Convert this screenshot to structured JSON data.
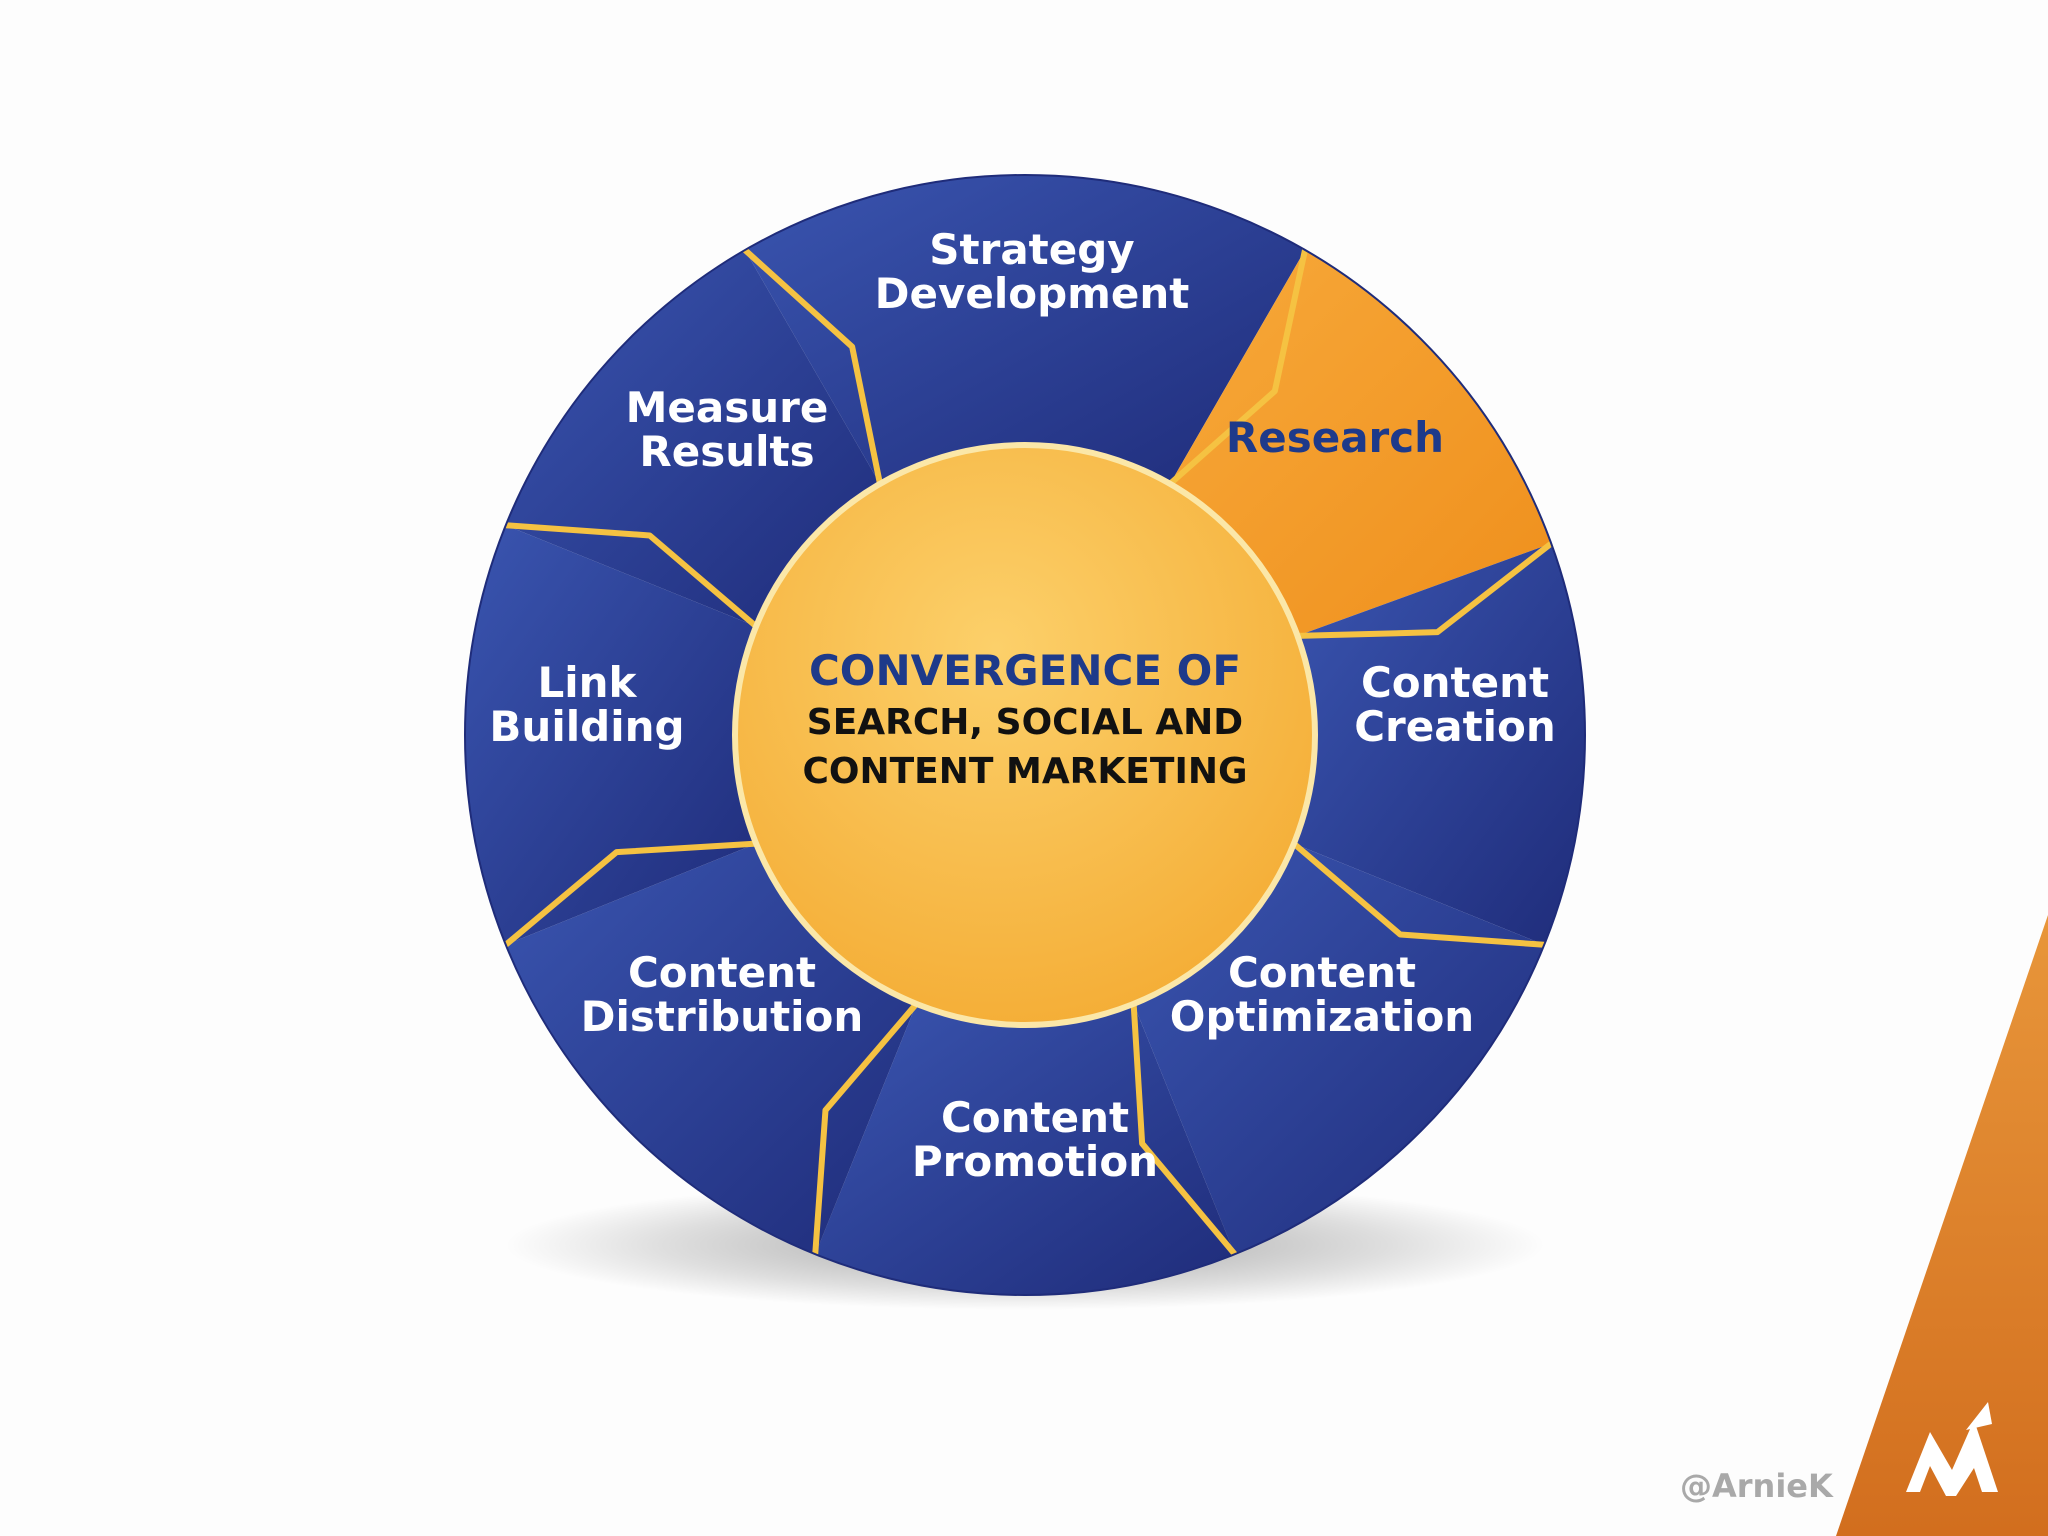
{
  "diagram": {
    "center": {
      "line1": "CONVERGENCE OF",
      "line2": "SEARCH, SOCIAL AND",
      "line3": "CONTENT MARKETING"
    },
    "segments": [
      {
        "id": "strategy-development",
        "lines": [
          "Strategy",
          "Development"
        ],
        "highlight": false
      },
      {
        "id": "research",
        "lines": [
          "Research"
        ],
        "highlight": true
      },
      {
        "id": "content-creation",
        "lines": [
          "Content",
          "Creation"
        ],
        "highlight": false
      },
      {
        "id": "content-optimization",
        "lines": [
          "Content",
          "Optimization"
        ],
        "highlight": false
      },
      {
        "id": "content-promotion",
        "lines": [
          "Content",
          "Promotion"
        ],
        "highlight": false
      },
      {
        "id": "content-distribution",
        "lines": [
          "Content",
          "Distribution"
        ],
        "highlight": false
      },
      {
        "id": "link-building",
        "lines": [
          "Link",
          "Building"
        ],
        "highlight": false
      },
      {
        "id": "measure-results",
        "lines": [
          "Measure",
          "Results"
        ],
        "highlight": false
      }
    ]
  },
  "branding": {
    "handle": "@ArnieK",
    "logo_icon": "mountain-arrow-logo-icon"
  },
  "colors": {
    "segment_blue": "#27378e",
    "segment_blue_light": "#3a55b0",
    "highlight_orange": "#f39a25",
    "divider_gold": "#f5c242",
    "center_gold": "#f8bb48",
    "center_title_navy": "#1e3a8a",
    "center_text_black": "#111111",
    "corner_orange": "#dc7a26"
  }
}
